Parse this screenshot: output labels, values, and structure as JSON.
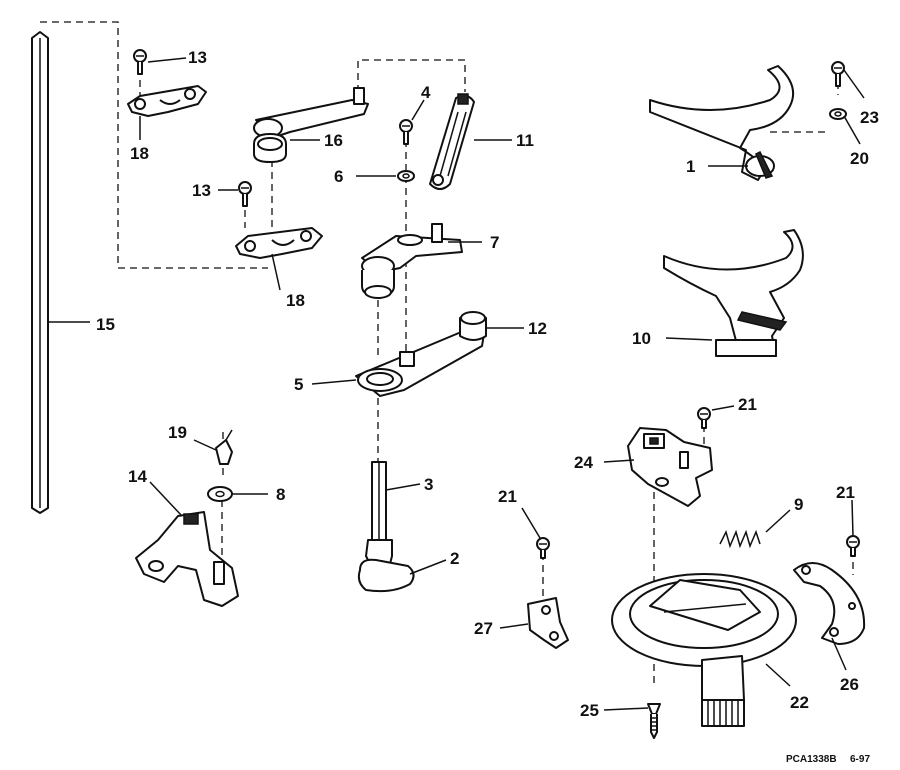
{
  "labels": {
    "p1": "1",
    "p2": "2",
    "p3": "3",
    "p4": "4",
    "p5": "5",
    "p6": "6",
    "p7": "7",
    "p8": "8",
    "p9": "9",
    "p10": "10",
    "p11": "11",
    "p12": "12",
    "p13a": "13",
    "p13b": "13",
    "p14": "14",
    "p15": "15",
    "p16": "16",
    "p18a": "18",
    "p18b": "18",
    "p19": "19",
    "p20": "20",
    "p21a": "21",
    "p21b": "21",
    "p21c": "21",
    "p22": "22",
    "p23": "23",
    "p24": "24",
    "p25": "25",
    "p26": "26",
    "p27": "27"
  },
  "footer": {
    "code": "PCA1338B",
    "date": "6-97"
  }
}
